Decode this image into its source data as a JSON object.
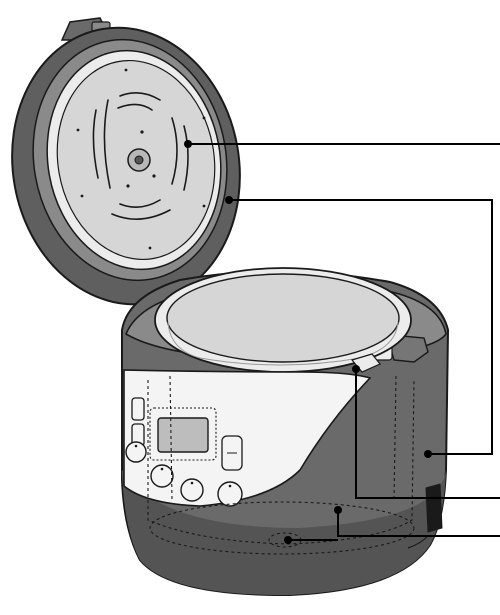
{
  "figure": {
    "subject": "rice-cooker",
    "callout_targets": [
      "inner-lid-plate",
      "lid-gasket-rim",
      "inner-pot-rim",
      "body-side",
      "heating-plate",
      "temperature-sensor"
    ]
  },
  "colors": {
    "body_dark": "#5f5f5f",
    "body_mid": "#767676",
    "body_light": "#8a8a8a",
    "metal": "#d6d6d6",
    "metal_light": "#ececec",
    "panel": "#f4f4f4",
    "outline": "#1a1a1a"
  }
}
